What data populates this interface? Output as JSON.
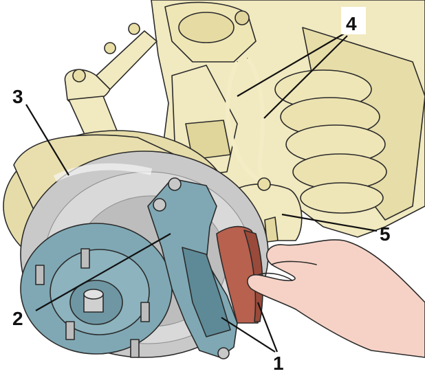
{
  "callouts": {
    "c1": "1",
    "c2": "2",
    "c3": "3",
    "c4": "4",
    "c5": "5"
  },
  "colors": {
    "frame": "#f1e9bf",
    "frame_shade": "#d9ce97",
    "rotor": "#c9c9c9",
    "rotor_shade": "#9a9a9a",
    "caliper": "#7fa8b4",
    "caliper_dark": "#4f7a88",
    "pad": "#b8614e",
    "skin": "#f6d2c6",
    "outline": "#2a2a2a"
  },
  "icons": [
    "brake-disc-illustration",
    "caliper-illustration",
    "hand-illustration",
    "coil-spring-illustration"
  ]
}
